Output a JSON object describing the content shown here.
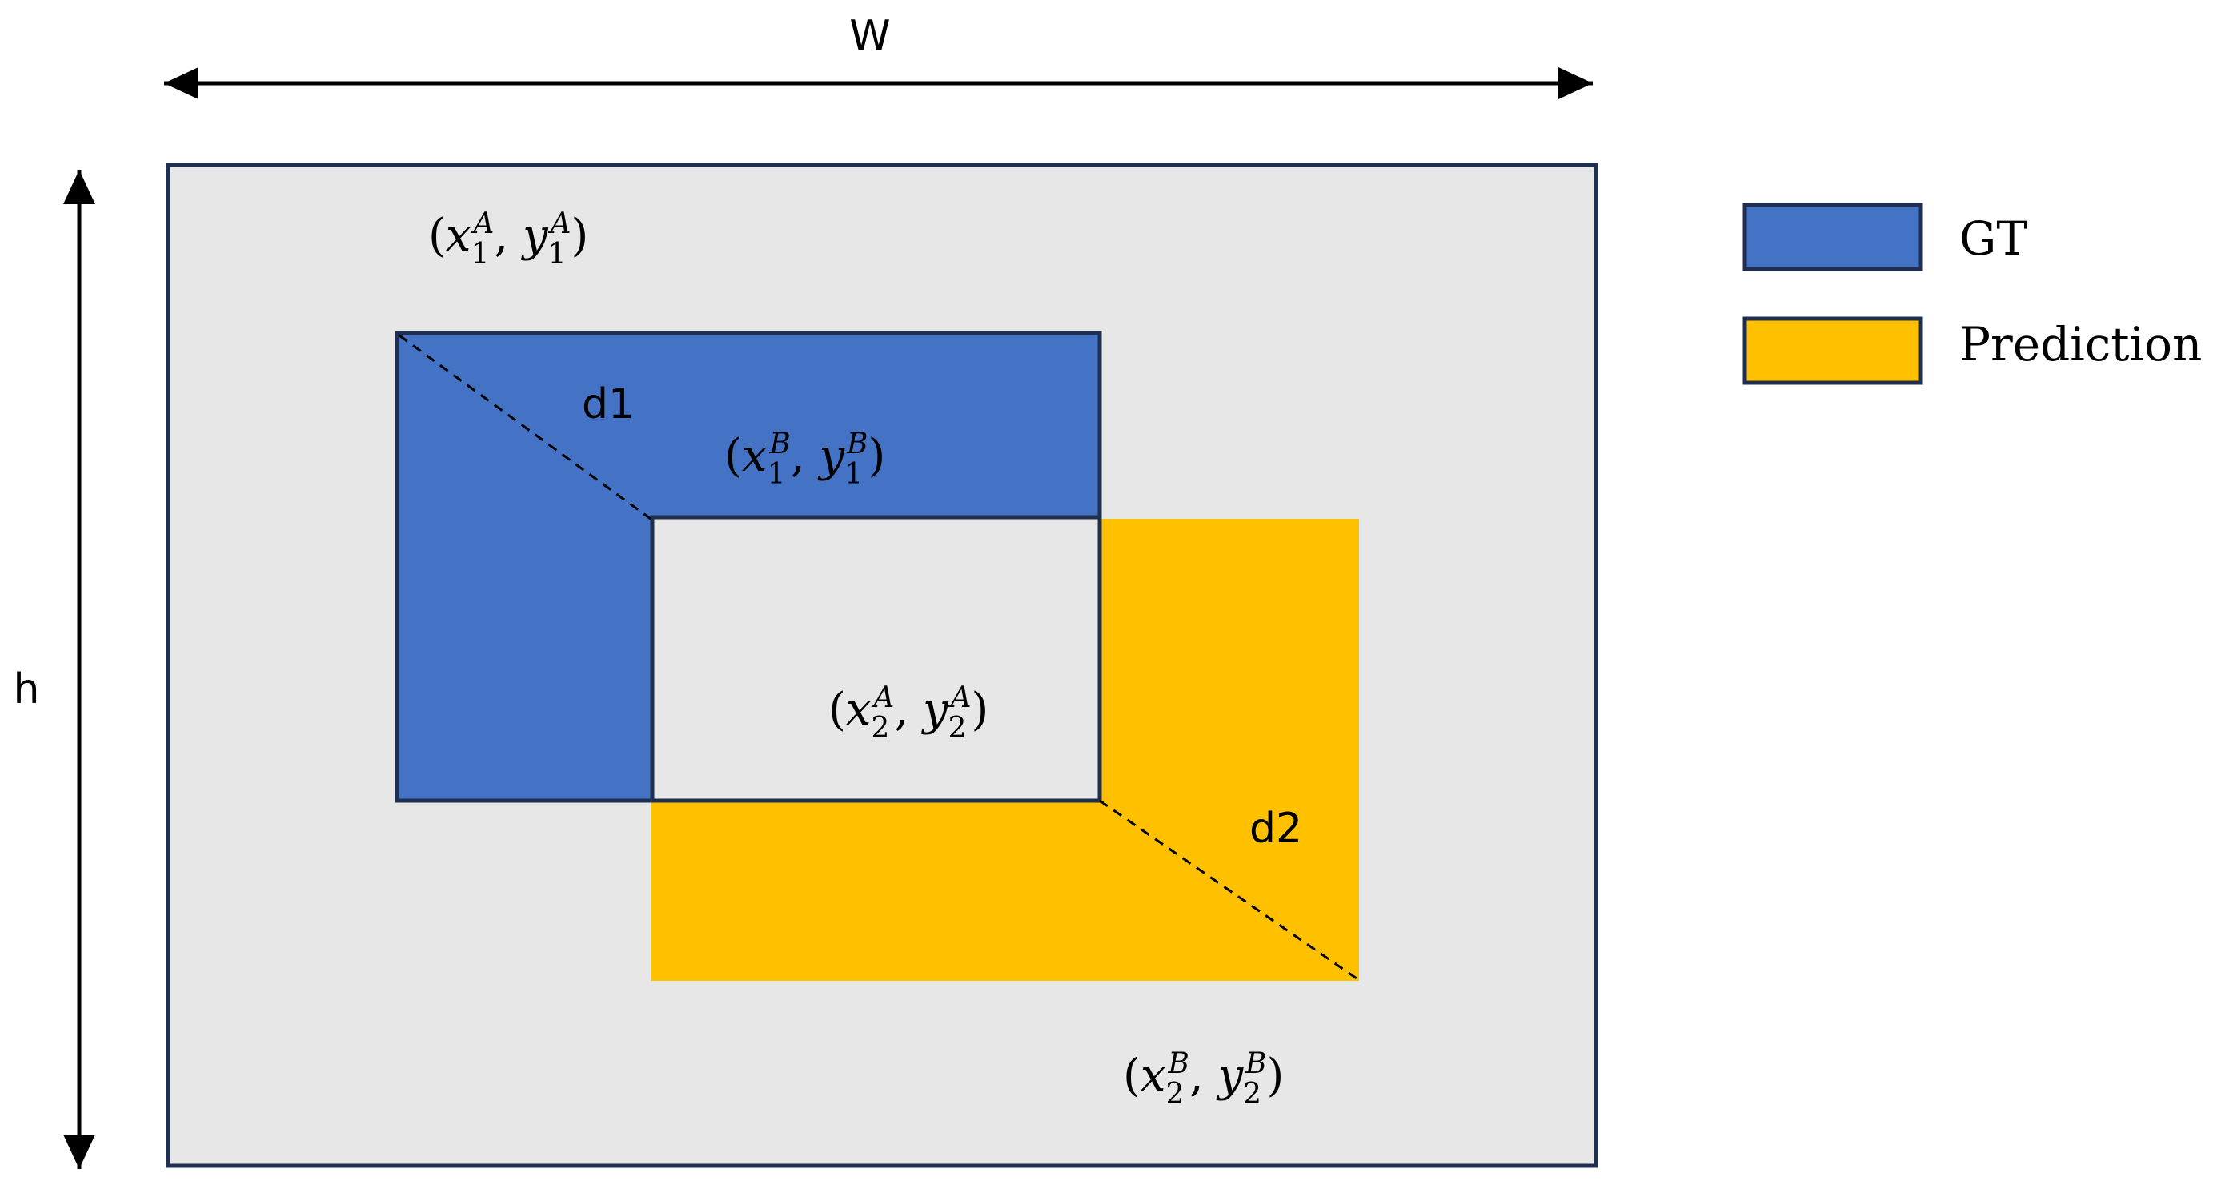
{
  "colors": {
    "frame_fill": "#e7e7e7",
    "frame_stroke": "#1f2f52",
    "gt": "#4472c4",
    "prediction": "#ffc000",
    "line": "#000000"
  },
  "dimensions": {
    "width_label": "W",
    "height_label": "h"
  },
  "distances": {
    "d1": "d1",
    "d2": "d2"
  },
  "points": {
    "a1": {
      "x": "x",
      "y": "y",
      "sub": "1",
      "sup": "A"
    },
    "b1": {
      "x": "x",
      "y": "y",
      "sub": "1",
      "sup": "B"
    },
    "a2": {
      "x": "x",
      "y": "y",
      "sub": "2",
      "sup": "A"
    },
    "b2": {
      "x": "x",
      "y": "y",
      "sub": "2",
      "sup": "B"
    }
  },
  "legend": [
    {
      "label": "GT",
      "color": "#4472c4"
    },
    {
      "label": "Prediction",
      "color": "#ffc000"
    }
  ]
}
